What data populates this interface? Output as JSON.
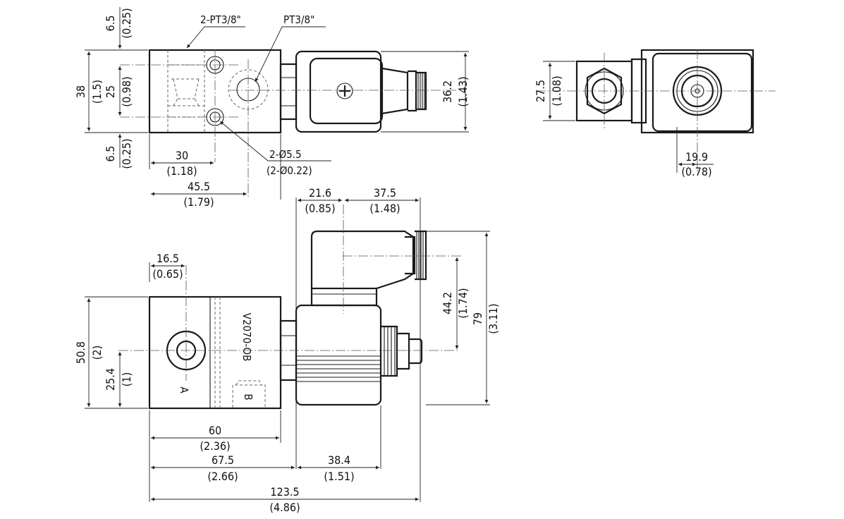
{
  "callouts": {
    "ports_pt": "2-PT3/8\"",
    "port_pt": "PT3/8\"",
    "holes_mm": "2-Ø5.5",
    "holes_in": "(2-Ø0.22)",
    "model": "V2070-OB",
    "port_a": "A",
    "port_b": "B"
  },
  "dims": {
    "top_6_5_a": {
      "mm": "6.5",
      "in": "(0.25)"
    },
    "h_38": {
      "mm": "38",
      "in": "(1.5)"
    },
    "h_25": {
      "mm": "25",
      "in": "(0.98)"
    },
    "bot_6_5": {
      "mm": "6.5",
      "in": "(0.25)"
    },
    "w_30": {
      "mm": "30",
      "in": "(1.18)"
    },
    "w_45_5": {
      "mm": "45.5",
      "in": "(1.79)"
    },
    "h_36_2": {
      "mm": "36.2",
      "in": "(1.43)"
    },
    "h_27_5": {
      "mm": "27.5",
      "in": "(1.08)"
    },
    "w_19_9": {
      "mm": "19.9",
      "in": "(0.78)"
    },
    "w_21_6": {
      "mm": "21.6",
      "in": "(0.85)"
    },
    "w_37_5": {
      "mm": "37.5",
      "in": "(1.48)"
    },
    "w_16_5": {
      "mm": "16.5",
      "in": "(0.65)"
    },
    "h_50_8": {
      "mm": "50.8",
      "in": "(2)"
    },
    "h_25_4": {
      "mm": "25.4",
      "in": "(1)"
    },
    "h_44_2": {
      "mm": "44.2",
      "in": "(1.74)"
    },
    "h_79": {
      "mm": "79",
      "in": "(3.11)"
    },
    "w_60": {
      "mm": "60",
      "in": "(2.36)"
    },
    "w_67_5": {
      "mm": "67.5",
      "in": "(2.66)"
    },
    "w_38_4": {
      "mm": "38.4",
      "in": "(1.51)"
    },
    "w_123_5": {
      "mm": "123.5",
      "in": "(4.86)"
    }
  }
}
